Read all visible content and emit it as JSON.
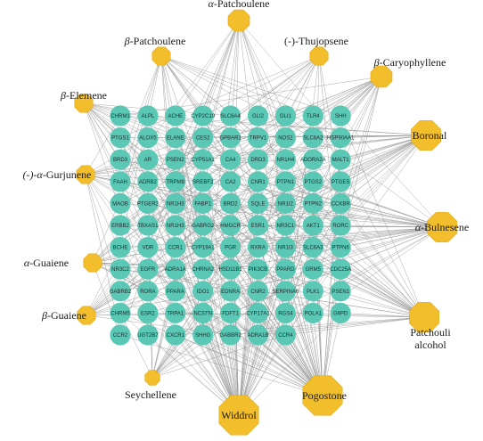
{
  "colors": {
    "compound_fill": "#F2BE2C",
    "compound_stroke": "#E2A812",
    "target_fill": "#5BC8B5",
    "edge": "#8f8f8f",
    "label": "#1a1a1a"
  },
  "compounds": [
    {
      "id": "c-patchoulene-alpha",
      "prefix": "α",
      "name": "-Patchoulene",
      "size": "medium"
    },
    {
      "id": "c-patchoulene-beta",
      "prefix": "β",
      "name": "-Patchoulene",
      "size": "small"
    },
    {
      "id": "c-thujopsene",
      "prefix": "",
      "name": "(-)-Thujopsene",
      "size": "small"
    },
    {
      "id": "c-caryophyllene",
      "prefix": "β",
      "name": "-Caryophyllene",
      "size": "medium"
    },
    {
      "id": "c-elemene",
      "prefix": "β",
      "name": "-Elemene",
      "size": "small"
    },
    {
      "id": "c-boronal",
      "prefix": "",
      "name": "Boronal",
      "size": "large"
    },
    {
      "id": "c-gurjunene",
      "prefix": "(-)-α",
      "name": "-Gurjunene",
      "size": "small"
    },
    {
      "id": "c-bulnesene",
      "prefix": "α",
      "name": "-Bulnesene",
      "size": "large"
    },
    {
      "id": "c-guaiene-alpha",
      "prefix": "α",
      "name": "-Guaiene",
      "size": "small"
    },
    {
      "id": "c-guaiene-beta",
      "prefix": "β",
      "name": "-Guaiene",
      "size": "small"
    },
    {
      "id": "c-patchouli-alcohol",
      "prefix": "",
      "name": "Patchouli alcohol",
      "size": "large"
    },
    {
      "id": "c-seychellene",
      "prefix": "",
      "name": "Seychellene",
      "size": "tiny"
    },
    {
      "id": "c-pogostone",
      "prefix": "",
      "name": "Pogostone",
      "size": "xlarge"
    },
    {
      "id": "c-widdrol",
      "prefix": "",
      "name": "Widdrol",
      "size": "xlarge"
    }
  ],
  "targets": [
    [
      "CHRM1",
      "ALPL",
      "ACHE",
      "CYP2C19",
      "SLC6A4",
      "GLI2",
      "GLI1",
      "TLR4",
      "SHH"
    ],
    [
      "PTGS1",
      "ALOX5",
      "ELANE",
      "CES2",
      "GPBAR1",
      "TRPV1",
      "NOS2",
      "SLC6A2",
      "HSP90AA1"
    ],
    [
      "BRD3",
      "AR",
      "PSEN2",
      "CYP51A1",
      "CA4",
      "DRD3",
      "NR1H4",
      "ADORA2A",
      "MALT1"
    ],
    [
      "FAAH",
      "ADRB2",
      "TRPM8",
      "SREBF2",
      "CA2",
      "CNR1",
      "PTPN1",
      "PTGS2",
      "PTGES"
    ],
    [
      "MAOB",
      "PTGER2",
      "NR1H3",
      "FABP1",
      "BRD2",
      "SQLE",
      "NR1I2",
      "PTPN2",
      "CCKBR"
    ],
    [
      "ERBB2",
      "TBXAS1",
      "NR1H3",
      "GABRG2",
      "HMGCR",
      "ESR1",
      "NR3C1",
      "AKT1",
      "RORC"
    ],
    [
      "BCHE",
      "VDR",
      "CCR1",
      "CYP19A1",
      "PGR",
      "RXRA",
      "NR1I3",
      "SLC6A3",
      "PTPN6"
    ],
    [
      "NR3C2",
      "EGFR",
      "ADRA1A",
      "CHRNA2",
      "HSD11B1",
      "PIK3CB",
      "PPARD",
      "GRM5",
      "CDC25A"
    ],
    [
      "GABRB2",
      "RORA",
      "PPARA",
      "IDO1",
      "EDNRA",
      "CNR2",
      "SERPINA6",
      "PLK1",
      "PSEN1"
    ],
    [
      "CHRM5",
      "ESR2",
      "TRPA1",
      "NCSTN",
      "FDFT1",
      "CYP17A1",
      "RGS4",
      "POLA1",
      "G6PD"
    ],
    [
      "CCR2",
      "UGT2B7",
      "CXCR1",
      "SHHG",
      "GABBR2",
      "ADRA1B",
      "CCR4",
      "",
      ""
    ]
  ]
}
